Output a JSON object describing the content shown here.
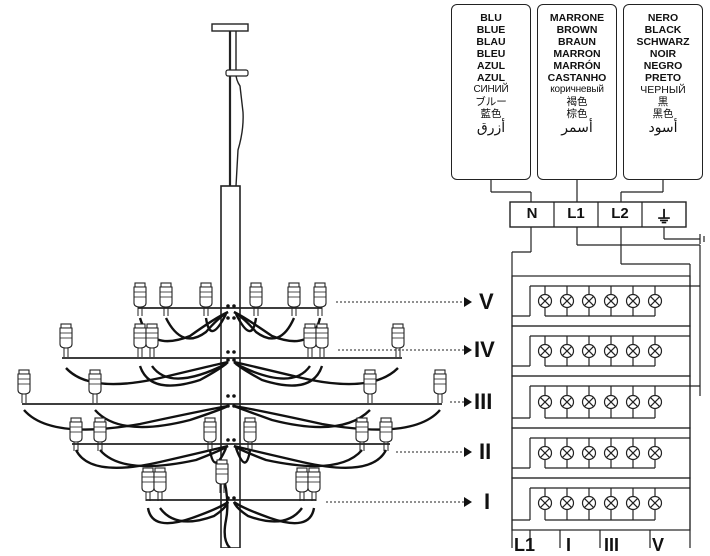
{
  "wire_colors": [
    {
      "id": "blue",
      "labels_bold": [
        "BLU",
        "BLUE",
        "BLAU",
        "BLEU",
        "AZUL",
        "AZUL"
      ],
      "labels_plain": [
        "СИНИЙ",
        "ブルー",
        "藍色"
      ],
      "label_arabic": "أزرق"
    },
    {
      "id": "brown",
      "labels_bold": [
        "MARRONE",
        "BROWN",
        "BRAUN",
        "MARRON",
        "MARRÓN",
        "CASTANHO"
      ],
      "labels_plain": [
        "коричневый",
        "褐色",
        "棕色"
      ],
      "label_arabic": "أسمر"
    },
    {
      "id": "black",
      "labels_bold": [
        "NERO",
        "BLACK",
        "SCHWARZ",
        "NOIR",
        "NEGRO",
        "PRETO"
      ],
      "labels_plain": [
        "ЧЕРНЫЙ",
        "黒",
        "黑色"
      ],
      "label_arabic": "أسود"
    }
  ],
  "terminals": [
    "N",
    "L1",
    "L2",
    "⏚"
  ],
  "tiers": [
    "V",
    "IV",
    "III",
    "II",
    "I"
  ],
  "bottom_labels": [
    "L1",
    "I",
    "III",
    "V"
  ]
}
